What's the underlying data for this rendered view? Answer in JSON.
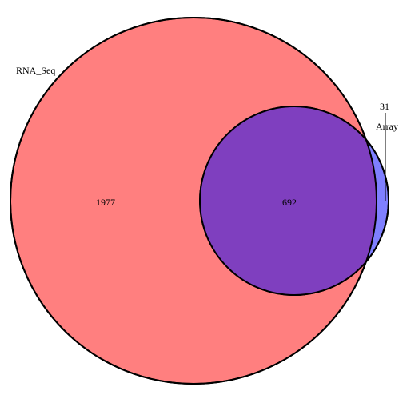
{
  "diagram": {
    "type": "venn",
    "sets": [
      {
        "name": "RNA_Seq",
        "color": "#ff7f7f"
      },
      {
        "name": "Array",
        "color": "#7f7fff"
      }
    ],
    "regions": {
      "rna_seq_only": "1977",
      "intersection": "692",
      "array_only": "31"
    },
    "colors": {
      "intersection": "#7f3fbf",
      "outline": "#000000",
      "background": "#ffffff"
    }
  }
}
